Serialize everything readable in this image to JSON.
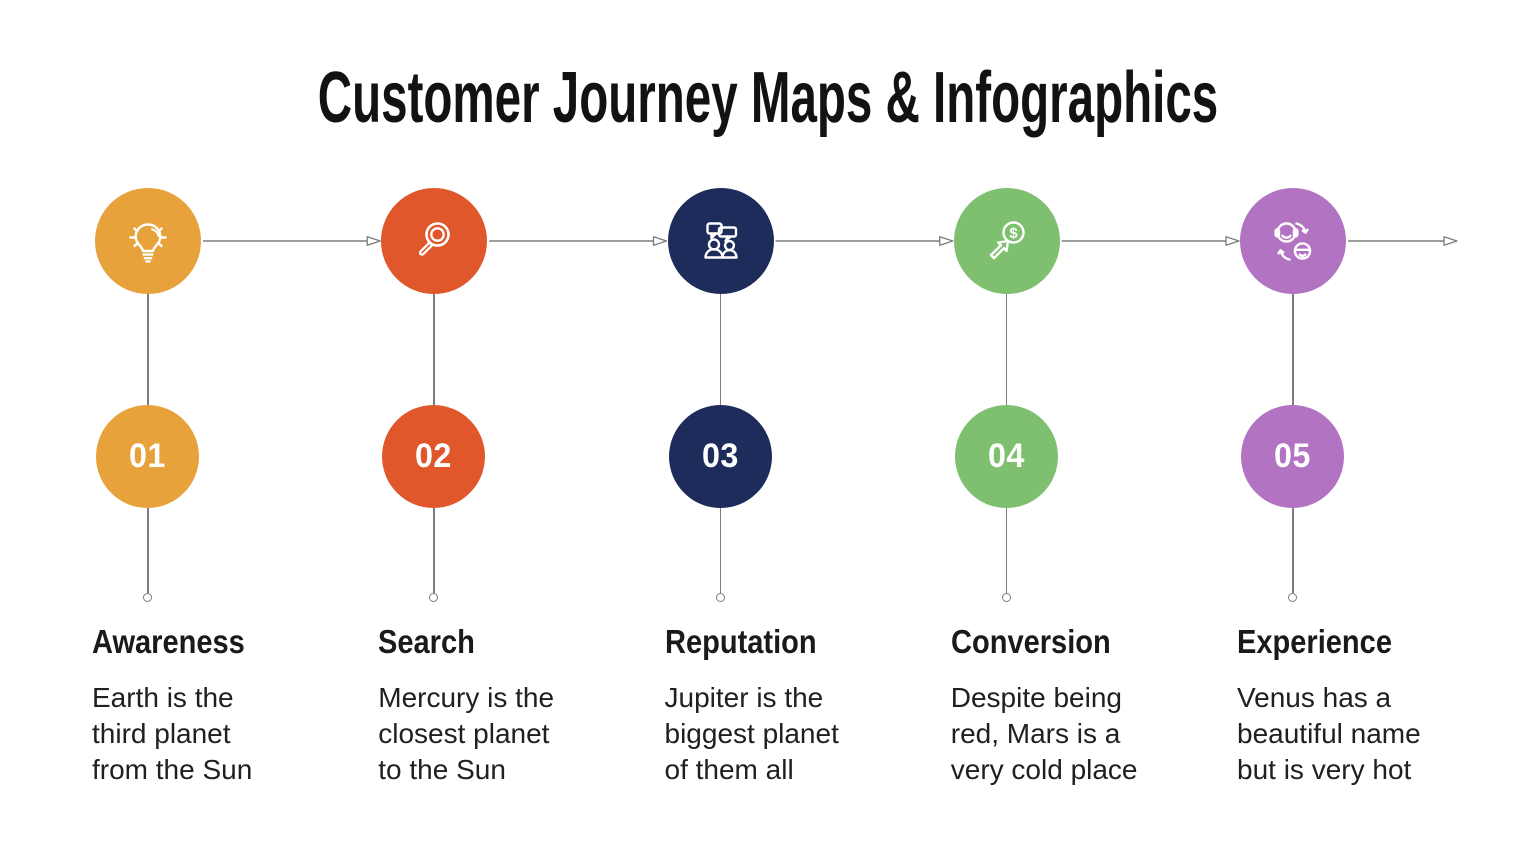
{
  "title": "Customer Journey Maps & Infographics",
  "stages": [
    {
      "number": "01",
      "label": "Awareness",
      "description_lines": [
        "Earth is the",
        "third planet",
        "from the Sun"
      ],
      "color": "#E8A23C",
      "icon": "lightbulb-icon"
    },
    {
      "number": "02",
      "label": "Search",
      "description_lines": [
        "Mercury is the",
        "closest planet",
        "to the Sun"
      ],
      "color": "#E0572C",
      "icon": "magnifier-icon"
    },
    {
      "number": "03",
      "label": "Reputation",
      "description_lines": [
        "Jupiter is the",
        "biggest planet",
        "of them all"
      ],
      "color": "#1E2C5C",
      "icon": "people-chat-icon"
    },
    {
      "number": "04",
      "label": "Conversion",
      "description_lines": [
        "Despite being",
        "red, Mars is a",
        "very cold place"
      ],
      "color": "#7EC06F",
      "icon": "cursor-dollar-icon"
    },
    {
      "number": "05",
      "label": "Experience",
      "description_lines": [
        "Venus has a",
        "beautiful name",
        "but is very hot"
      ],
      "color": "#B273C3",
      "icon": "customer-exchange-icon"
    }
  ],
  "colors": {
    "background": "#FFFFFF",
    "connector": "#7D7D7D",
    "title_text": "#121212",
    "heading_text": "#1A1A1A",
    "body_text": "#202020",
    "number_text": "#FFFFFF",
    "icon_stroke": "#FFFFFF"
  }
}
